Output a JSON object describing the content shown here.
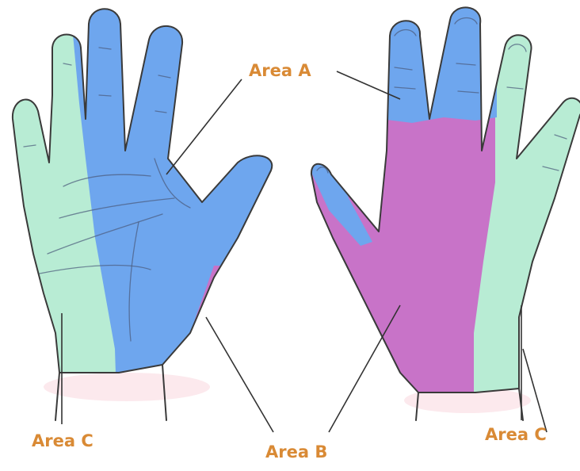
{
  "labels": {
    "area_a": "Area A",
    "area_b": "Area B",
    "area_c_left": "Area C",
    "area_c_right": "Area C"
  },
  "colors": {
    "area_a": "#6ea6ee",
    "area_b": "#c873c8",
    "area_c": "#b8ecd4",
    "label_text": "#d98a35",
    "wrist_pink": "#fbe4e8"
  }
}
